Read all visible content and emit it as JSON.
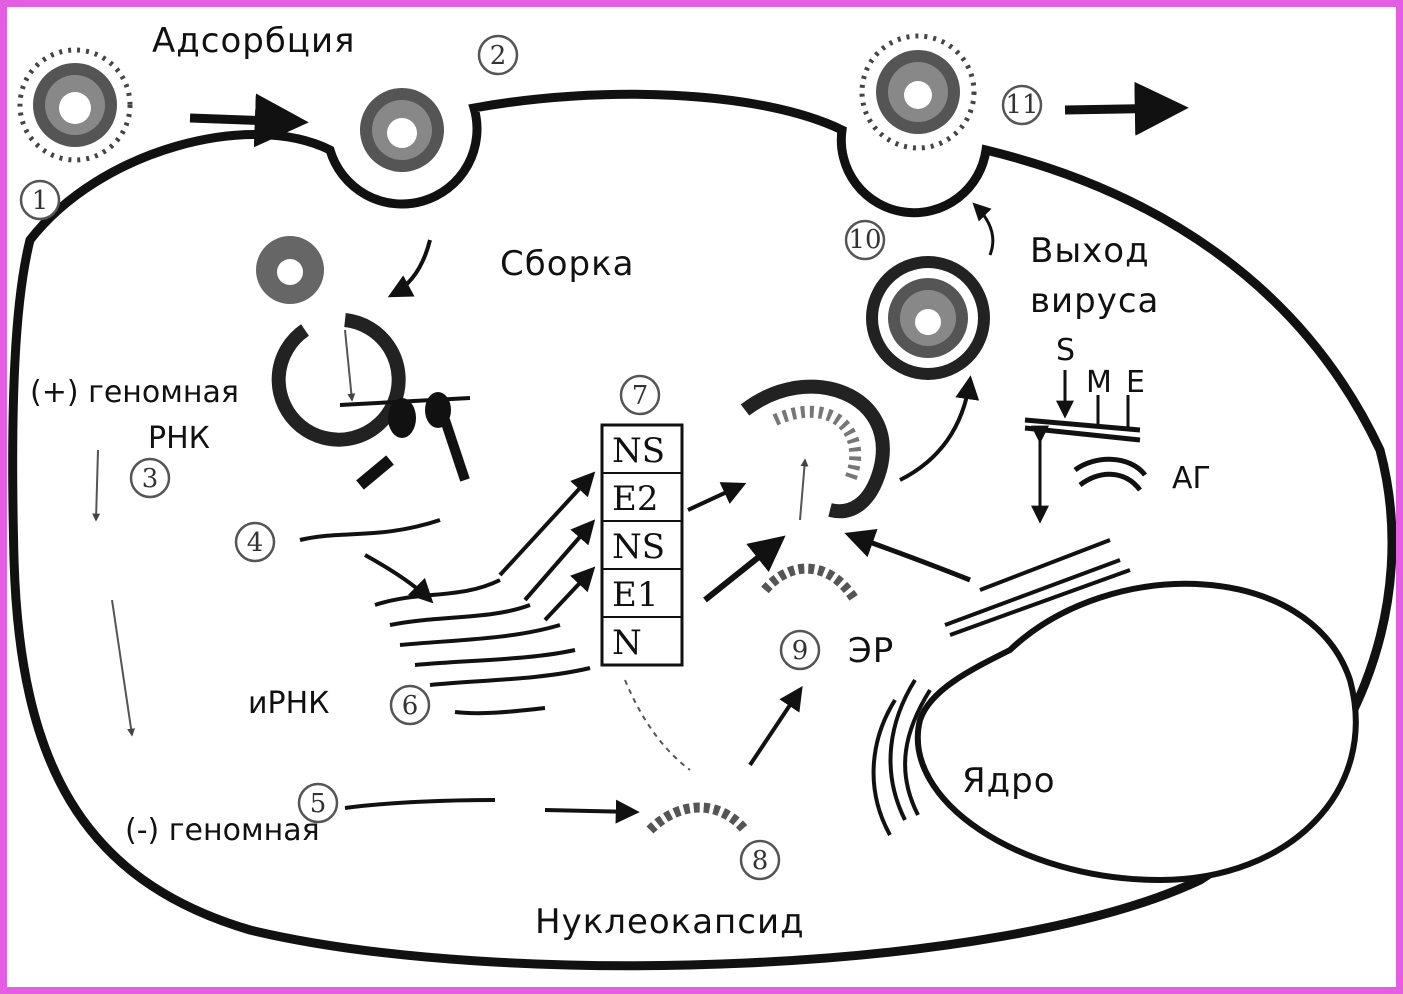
{
  "labels": {
    "adsorption": "Адсорбция",
    "assembly": "Сборка",
    "exit_line1": "Выход",
    "exit_line2": "вируса",
    "plus_genomic_line1": "(+) геномная",
    "plus_genomic_line2": "РНК",
    "minus_genomic": "(-) геномная",
    "mrna": "иРНК",
    "er": "ЭР",
    "nucleus": "Ядро",
    "nucleocapsid": "Нуклеокапсид",
    "golgi": "АГ",
    "glyco_s": "S",
    "glyco_m": "M",
    "glyco_e": "E"
  },
  "step_numbers": [
    "1",
    "2",
    "3",
    "4",
    "5",
    "6",
    "7",
    "8",
    "9",
    "10",
    "11"
  ],
  "protein_box": [
    "NS",
    "E2",
    "NS",
    "E1",
    "N"
  ],
  "colors": {
    "border": "#e35ee3",
    "ink": "#111111"
  }
}
